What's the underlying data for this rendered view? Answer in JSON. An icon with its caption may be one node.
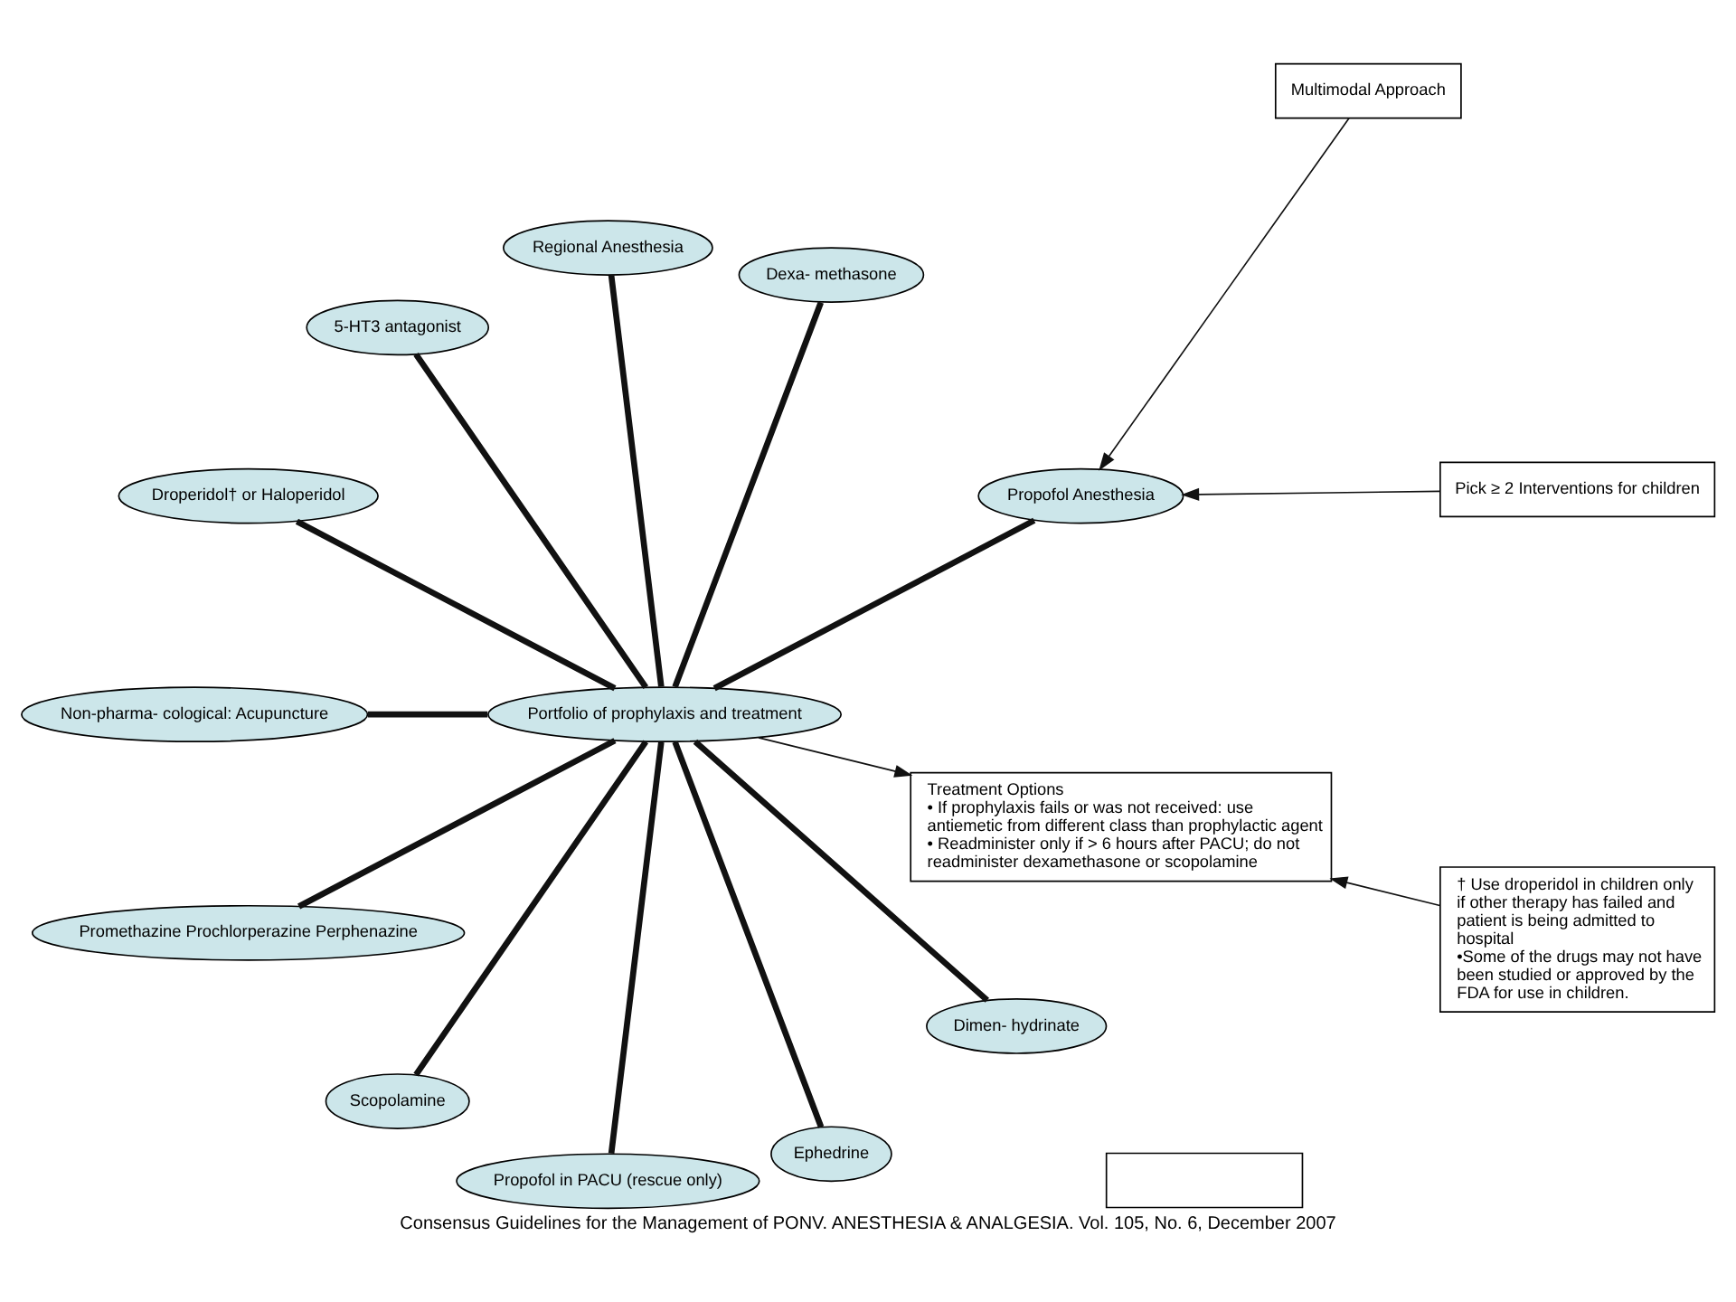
{
  "diagram": {
    "caption": "Consensus Guidelines for the Management of PONV. ANESTHESIA & ANALGESIA. Vol. 105, No. 6, December 2007",
    "nodes": [
      {
        "text": [],
        "shape": "box"
      },
      {
        "text": [
          "Pick ≥ 2 Interventions for children"
        ]
      },
      {
        "text": [
          "Multimodal Approach"
        ]
      },
      {
        "text": [
          "Propofol Anesthesia"
        ]
      },
      {
        "text": [
          "Dexa- methasone"
        ]
      },
      {
        "text": [
          "Regional Anesthesia"
        ]
      },
      {
        "text": [
          "5-HT3 antagonist"
        ]
      },
      {
        "text": [
          "Droperidol† or Haloperidol"
        ]
      },
      {
        "text": [
          "Portfolio of prophylaxis and treatment"
        ]
      },
      {
        "text": [
          "Non-pharma- cological: Acupuncture"
        ]
      },
      {
        "text": [
          "Promethazine Prochlorperazine Perphenazine"
        ]
      },
      {
        "text": [
          "Scopolamine"
        ]
      },
      {
        "text": [
          "Propofol in PACU (rescue only)"
        ]
      },
      {
        "text": [
          "Ephedrine"
        ]
      },
      {
        "text": [
          "Dimen- hydrinate"
        ]
      },
      {
        "text": [
          "Treatment Options",
          "• If prophylaxis fails or was not received: use antiemetic from different class than prophylactic agent",
          "• Readminister only if > 6 hours after PACU; do not readminister dexamethasone or scopolamine"
        ]
      },
      {
        "text": [
          "† Use droperidol in children only if other therapy has failed and patient is being admitted to hospital",
          "•Some of the drugs may not have been studied or approved by the FDA for use in children."
        ]
      }
    ],
    "edges": [
      {
        "from": 1,
        "to": 3,
        "arrow": "to"
      },
      {
        "from": 2,
        "to": 3,
        "arrow": "to"
      },
      {
        "from": 8,
        "to": 3,
        "arrow": "none"
      },
      {
        "from": 8,
        "to": 4,
        "arrow": "none"
      },
      {
        "from": 8,
        "to": 5,
        "arrow": "none"
      },
      {
        "from": 8,
        "to": 6,
        "arrow": "none"
      },
      {
        "from": 8,
        "to": 7,
        "arrow": "none"
      },
      {
        "from": 8,
        "to": 9,
        "arrow": "none"
      },
      {
        "from": 8,
        "to": 10,
        "arrow": "none"
      },
      {
        "from": 8,
        "to": 11,
        "arrow": "none"
      },
      {
        "from": 8,
        "to": 12,
        "arrow": "none"
      },
      {
        "from": 8,
        "to": 13,
        "arrow": "none"
      },
      {
        "from": 8,
        "to": 14,
        "arrow": "none"
      },
      {
        "from": 8,
        "to": 15,
        "arrow": "to"
      },
      {
        "from": 16,
        "to": 15,
        "arrow": "to"
      }
    ]
  }
}
